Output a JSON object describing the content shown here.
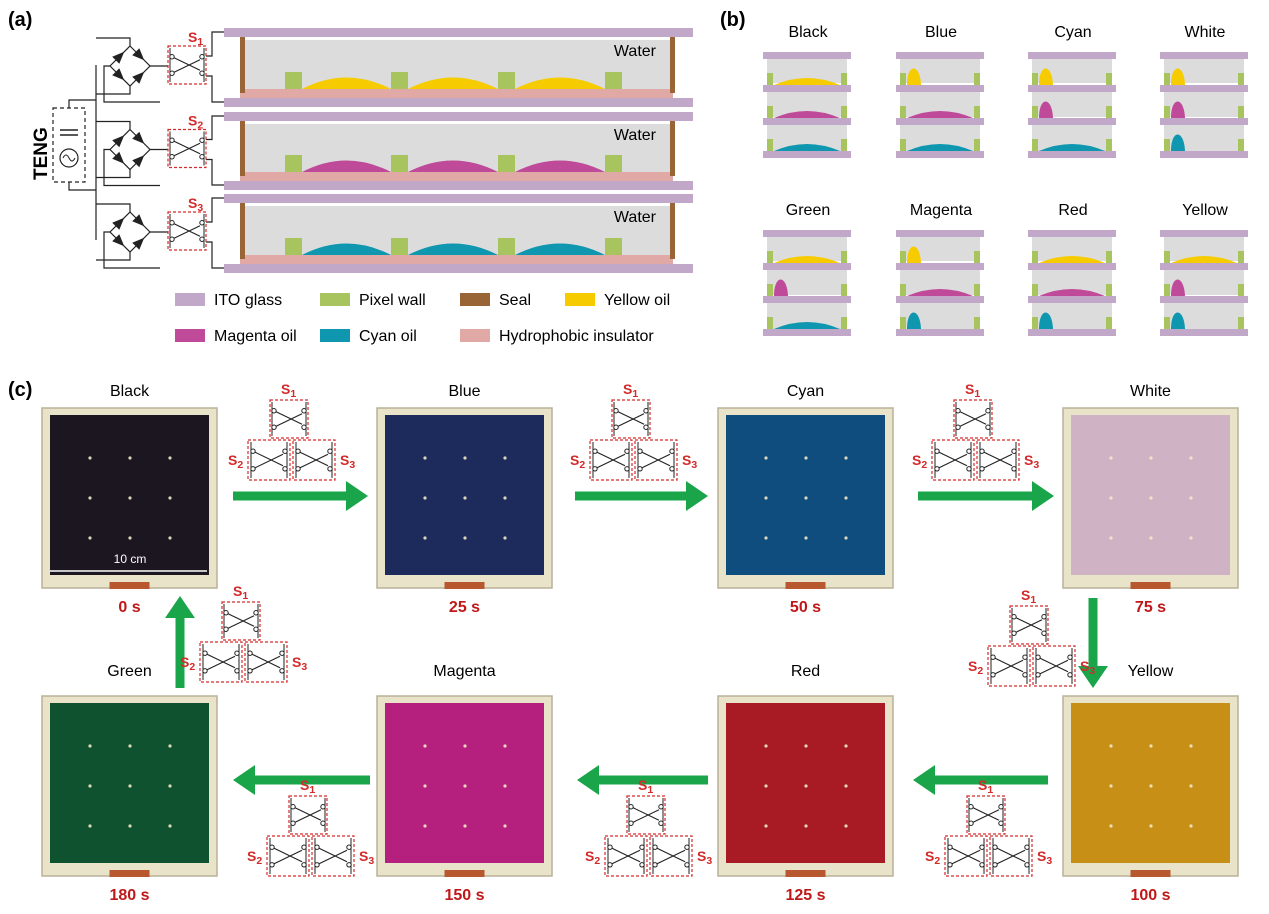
{
  "panel_labels": {
    "a": "(a)",
    "b": "(b)",
    "c": "(c)"
  },
  "panel_a": {
    "source_label": "TENG",
    "switch_labels": [
      "S1",
      "S2",
      "S3"
    ],
    "layer_label": "Water",
    "legend": [
      {
        "label": "ITO glass",
        "color": "#c2a8c8"
      },
      {
        "label": "Pixel wall",
        "color": "#a8c45e"
      },
      {
        "label": "Seal",
        "color": "#9a6536"
      },
      {
        "label": "Yellow oil",
        "color": "#f6cc00"
      },
      {
        "label": "Magenta oil",
        "color": "#c04a9a"
      },
      {
        "label": "Cyan oil",
        "color": "#0f97b0"
      },
      {
        "label": "Hydrophobic insulator",
        "color": "#e0a9a6"
      }
    ]
  },
  "panel_b": {
    "states": [
      "Black",
      "Blue",
      "Cyan",
      "White",
      "Green",
      "Magenta",
      "Red",
      "Yellow"
    ]
  },
  "panel_c": {
    "frames": [
      {
        "label": "Black",
        "time": "0 s",
        "color": "#1c1620"
      },
      {
        "label": "Blue",
        "time": "25 s",
        "color": "#1d2a5c"
      },
      {
        "label": "Cyan",
        "time": "50 s",
        "color": "#0f4d7e"
      },
      {
        "label": "White",
        "time": "75 s",
        "color": "#cfb3c4"
      },
      {
        "label": "Yellow",
        "time": "100 s",
        "color": "#c78f16"
      },
      {
        "label": "Red",
        "time": "125 s",
        "color": "#a81a24"
      },
      {
        "label": "Magenta",
        "time": "150 s",
        "color": "#b51f7d"
      },
      {
        "label": "Green",
        "time": "180 s",
        "color": "#0f5230"
      }
    ],
    "scale_bar": "10 cm",
    "switch_labels": [
      "S1",
      "S2",
      "S3"
    ]
  },
  "colors": {
    "arrow": "#1aa54a",
    "switch_red": "#d42a2a",
    "time_red": "#c01818"
  }
}
